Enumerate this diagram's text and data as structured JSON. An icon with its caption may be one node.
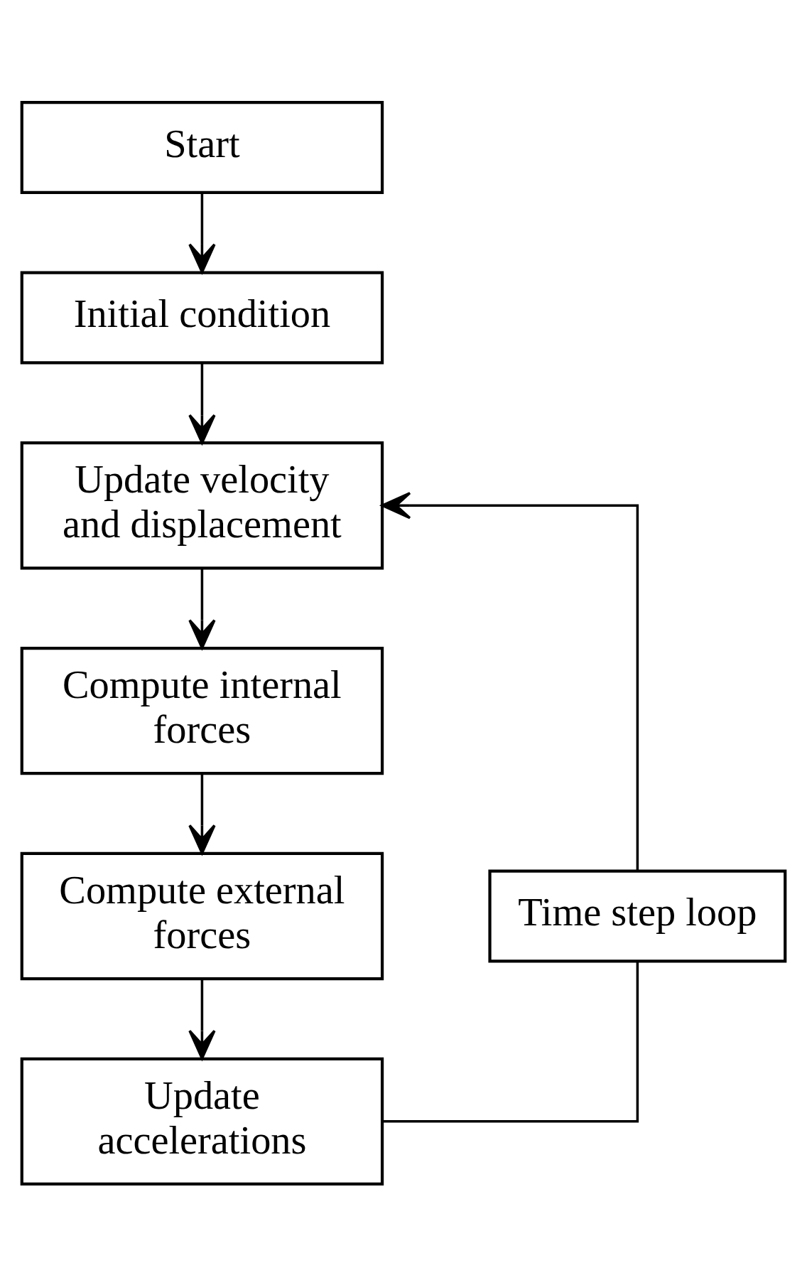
{
  "diagram": {
    "nodes": [
      {
        "text": [
          "Start"
        ]
      },
      {
        "text": [
          "Initial condition"
        ]
      },
      {
        "text": [
          "Update velocity and displacement"
        ]
      },
      {
        "text": [
          "Compute internal forces"
        ]
      },
      {
        "text": [
          "Compute external forces"
        ]
      },
      {
        "text": [
          "Update accelerations"
        ]
      },
      {
        "text": [
          "Time step loop"
        ]
      }
    ],
    "edges": [
      {
        "from": 0,
        "to": 1,
        "arrow": "to"
      },
      {
        "from": 1,
        "to": 2,
        "arrow": "to"
      },
      {
        "from": 2,
        "to": 3,
        "arrow": "to"
      },
      {
        "from": 3,
        "to": 4,
        "arrow": "to"
      },
      {
        "from": 4,
        "to": 5,
        "arrow": "to"
      },
      {
        "from": 5,
        "to": 6,
        "arrow": "none"
      },
      {
        "from": 6,
        "to": 2,
        "arrow": "to"
      }
    ]
  }
}
